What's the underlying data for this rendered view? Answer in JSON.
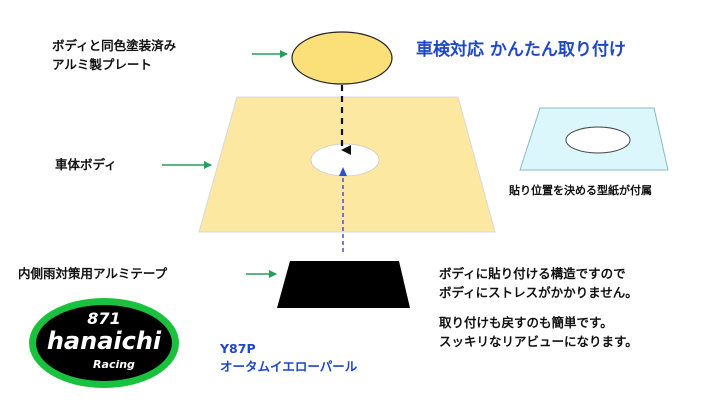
{
  "labels": {
    "plate_line1": "ボディと同色塗装済み",
    "plate_line2": "アルミ製プレート",
    "body": "車体ボディ",
    "tape": "内側雨対策用アルミテープ",
    "template": "貼り位置を決める型紙が付属"
  },
  "headline": "車検対応 かんたん取り付け",
  "description": {
    "line1": "ボディに貼り付ける構造ですので",
    "line2": "ボディにストレスがかかりません。",
    "line3": "取り付けも戻すのも簡単です。",
    "line4": "スッキリなリアビューになります。"
  },
  "color": {
    "code": "Y87P",
    "name": "オータムイエローパール"
  },
  "logo": {
    "number": "871",
    "brand": "hanaichi",
    "sub": "Racing"
  },
  "colors": {
    "plate_fill": "#fbe07a",
    "body_fill": "#fce8a0",
    "tape_fill": "#000000",
    "template_fill": "#dcf7fb",
    "arrow_green": "#22a15a",
    "accent_blue": "#1f47c8",
    "logo_green": "#19c13c"
  }
}
